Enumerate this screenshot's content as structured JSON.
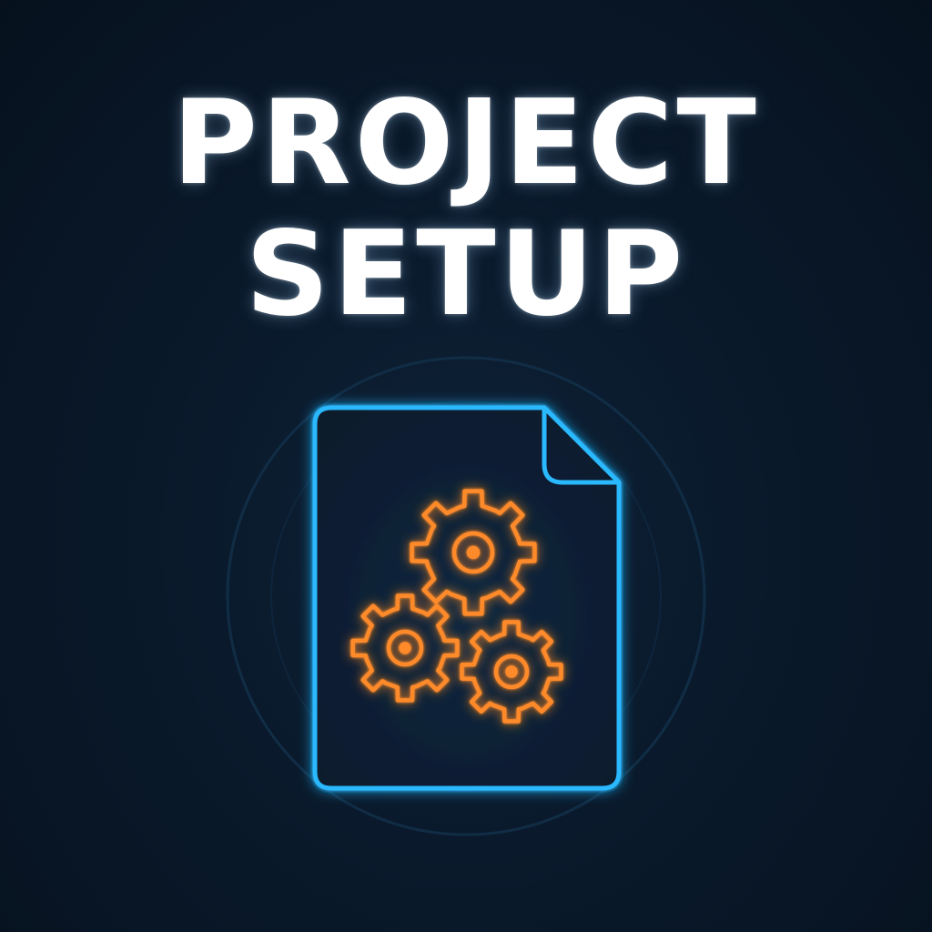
{
  "title": {
    "line1": "PROJECT",
    "line2": "SETUP"
  },
  "illustration": {
    "document_icon": "document-icon",
    "gear_icons": [
      "gear-large-icon",
      "gear-left-icon",
      "gear-right-icon"
    ],
    "ring": "glow-ring"
  },
  "colors": {
    "background": "#0a1a2c",
    "title": "#ffffff",
    "document_outline": "#2bb8ff",
    "gears": "#ff8a2a",
    "ring": "#123048"
  }
}
